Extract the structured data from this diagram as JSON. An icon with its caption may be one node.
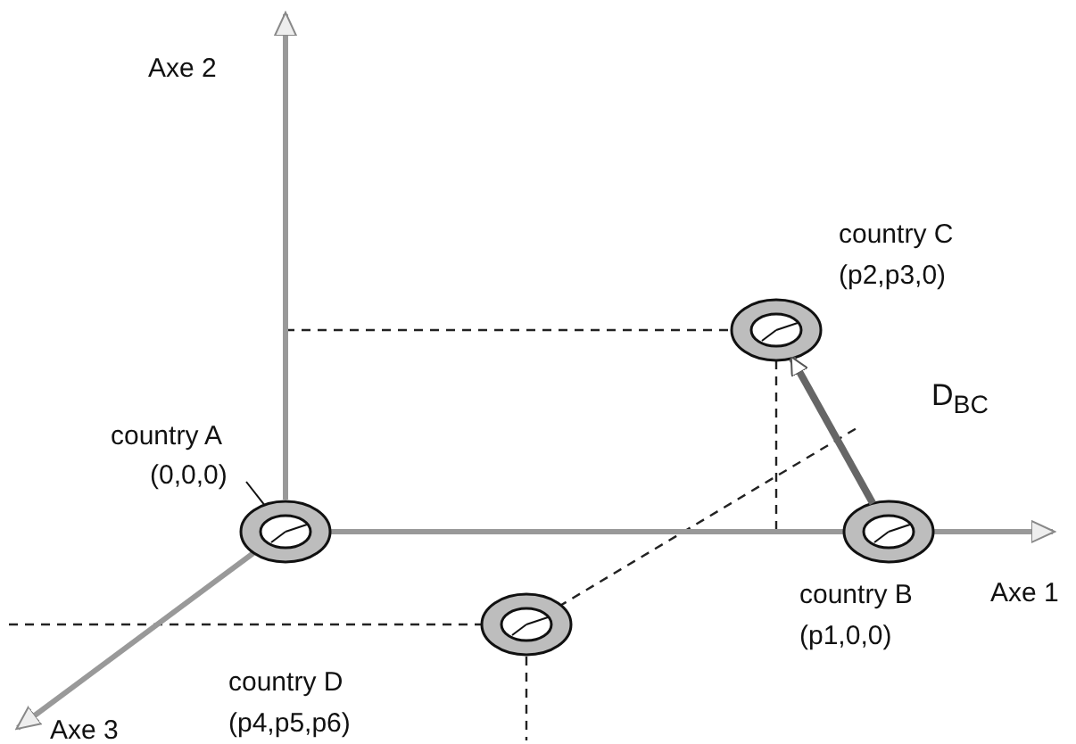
{
  "diagram": {
    "nodes": [
      {
        "text": [],
        "shape": "circle",
        "beside": [
          "country C",
          "(p2,p3,0)"
        ]
      },
      {
        "text": [],
        "shape": "circle",
        "beside": [
          "country A",
          "(0,0,0)"
        ]
      },
      {
        "text": [],
        "shape": "circle",
        "beside": [
          "country B",
          "(p1,0,0)"
        ]
      },
      {
        "text": [],
        "shape": "circle",
        "beside": [
          "country D",
          "(p4,p5,p6)"
        ]
      }
    ],
    "edges": [
      {
        "from": 2,
        "to": 0,
        "arrow": "to",
        "label": "D$_{BC}$",
        "style": "thick"
      },
      {
        "from": null,
        "to": 1,
        "arrow": "none"
      }
    ],
    "labels": [
      "Axe 2",
      "Axe 1",
      "Axe 3"
    ]
  }
}
